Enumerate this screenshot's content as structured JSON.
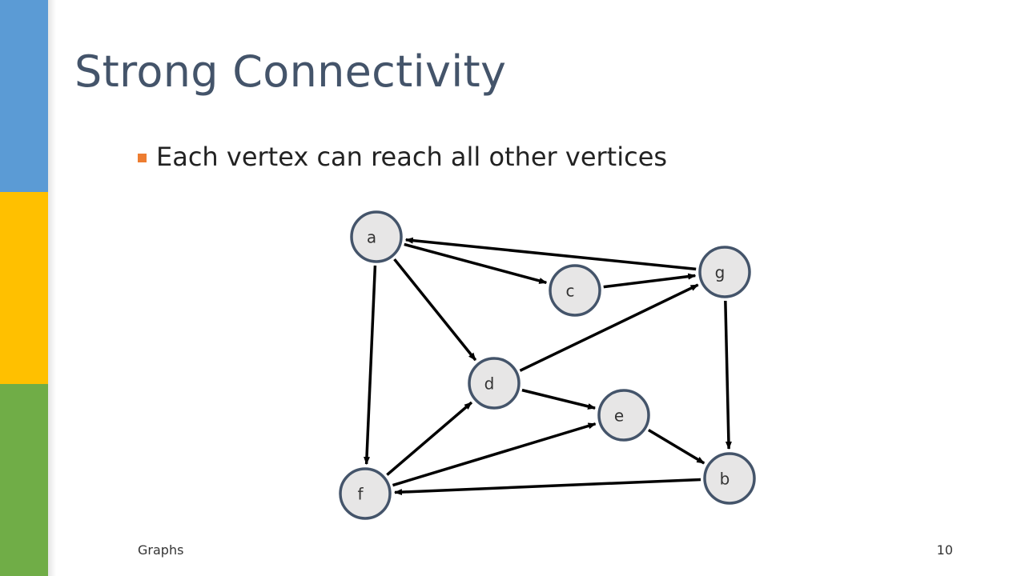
{
  "slide": {
    "title": "Strong Connectivity",
    "bullets": [
      "Each vertex can reach all other vertices"
    ],
    "footer": {
      "left": "Graphs",
      "page_number": "10"
    }
  },
  "colors": {
    "stripe_blue": "#5b9bd5",
    "stripe_yellow": "#ffc000",
    "stripe_green": "#70ad47",
    "title": "#44546a",
    "bullet_marker": "#ed7d31",
    "node_fill": "#e7e6e6",
    "node_stroke": "#44546a",
    "edge": "#000000"
  },
  "graph": {
    "directed": true,
    "nodes": [
      "a",
      "c",
      "g",
      "d",
      "e",
      "b",
      "f"
    ],
    "edges": [
      {
        "from": "g",
        "to": "a"
      },
      {
        "from": "a",
        "to": "c"
      },
      {
        "from": "a",
        "to": "d"
      },
      {
        "from": "a",
        "to": "f"
      },
      {
        "from": "c",
        "to": "g"
      },
      {
        "from": "d",
        "to": "g"
      },
      {
        "from": "d",
        "to": "e"
      },
      {
        "from": "g",
        "to": "b"
      },
      {
        "from": "e",
        "to": "b"
      },
      {
        "from": "f",
        "to": "d"
      },
      {
        "from": "f",
        "to": "e"
      },
      {
        "from": "b",
        "to": "f"
      }
    ]
  }
}
